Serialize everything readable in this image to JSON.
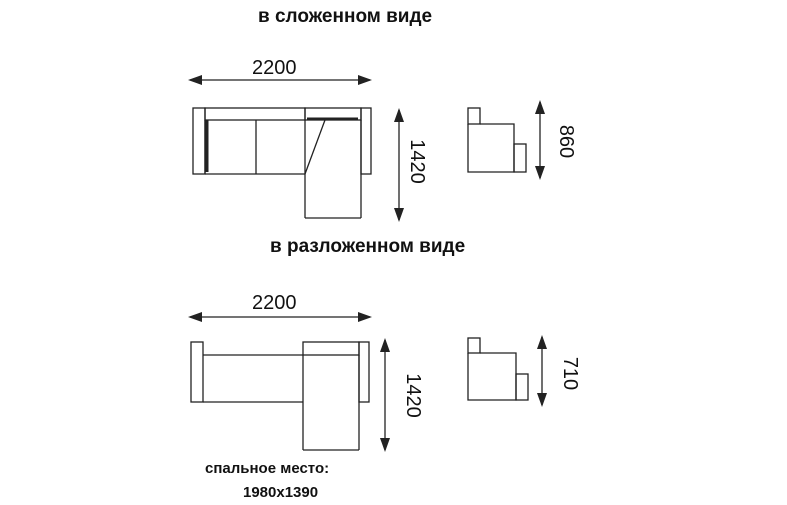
{
  "folded": {
    "title": "в сложенном виде",
    "width_label": "2200",
    "depth_label": "1420",
    "side_height_label": "860"
  },
  "unfolded": {
    "title": "в разложенном виде",
    "width_label": "2200",
    "depth_label": "1420",
    "side_height_label": "710",
    "sleeping_area_label": "спальное место:",
    "sleeping_area_value": "1980x1390"
  }
}
